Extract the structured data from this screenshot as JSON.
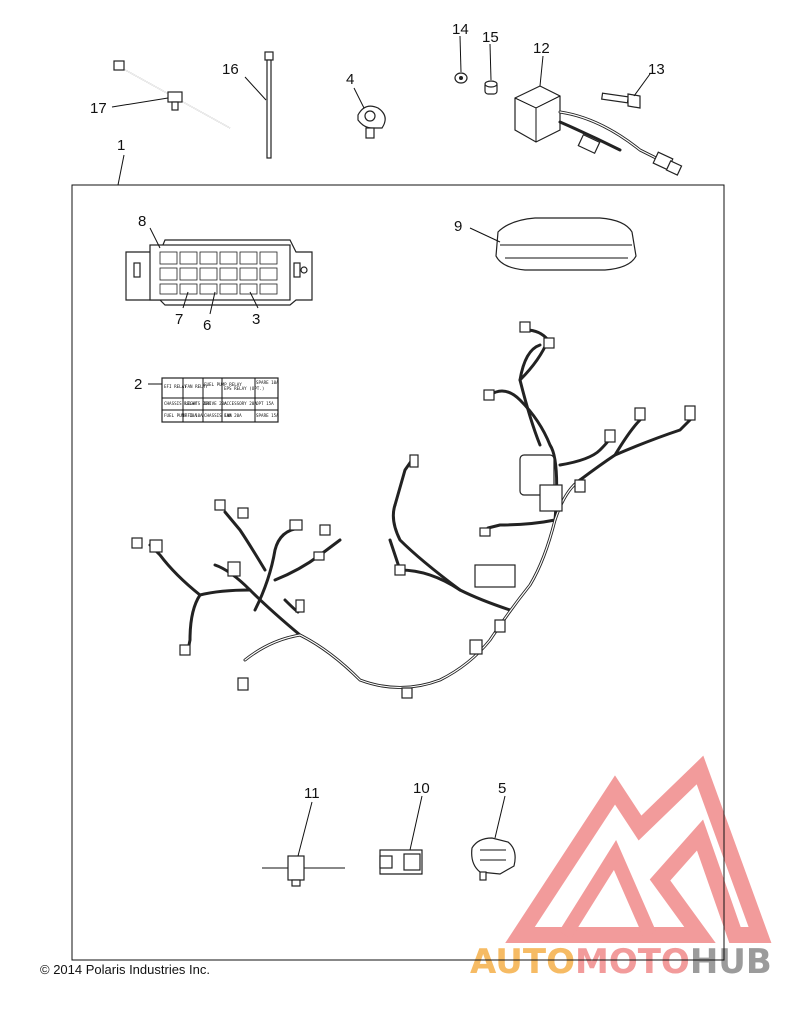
{
  "callouts": {
    "c1": "1",
    "c2": "2",
    "c3": "3",
    "c4": "4",
    "c5": "5",
    "c6": "6",
    "c7": "7",
    "c8": "8",
    "c9": "9",
    "c10": "10",
    "c11": "11",
    "c12": "12",
    "c13": "13",
    "c14": "14",
    "c15": "15",
    "c16": "16",
    "c17": "17"
  },
  "fuse_label": {
    "r1": [
      "EFI RELAY",
      "FAN RELAY",
      "FUEL PUMP RELAY",
      "EPS RELAY (OPT.)",
      "SPARE 10A"
    ],
    "r2": [
      "CHASSIS RELAY",
      "LIGHTS 20A",
      "DRIVE 20A",
      "ACCESSORY 20A",
      "OPT 15A"
    ],
    "r3": [
      "FUEL PUMP 10A",
      "EFI 10A",
      "CHASSIS 10A",
      "FAN 20A",
      "SPARE 15A"
    ]
  },
  "footer": {
    "copyright": "© 2014 Polaris Industries Inc."
  },
  "watermark": {
    "brand_part1": "AUTO",
    "brand_part2": "MOTO",
    "brand_part3": "HUB",
    "color_orange": "#f5b04a",
    "color_red": "#f08a8a",
    "color_gray": "#8a8a8a"
  }
}
